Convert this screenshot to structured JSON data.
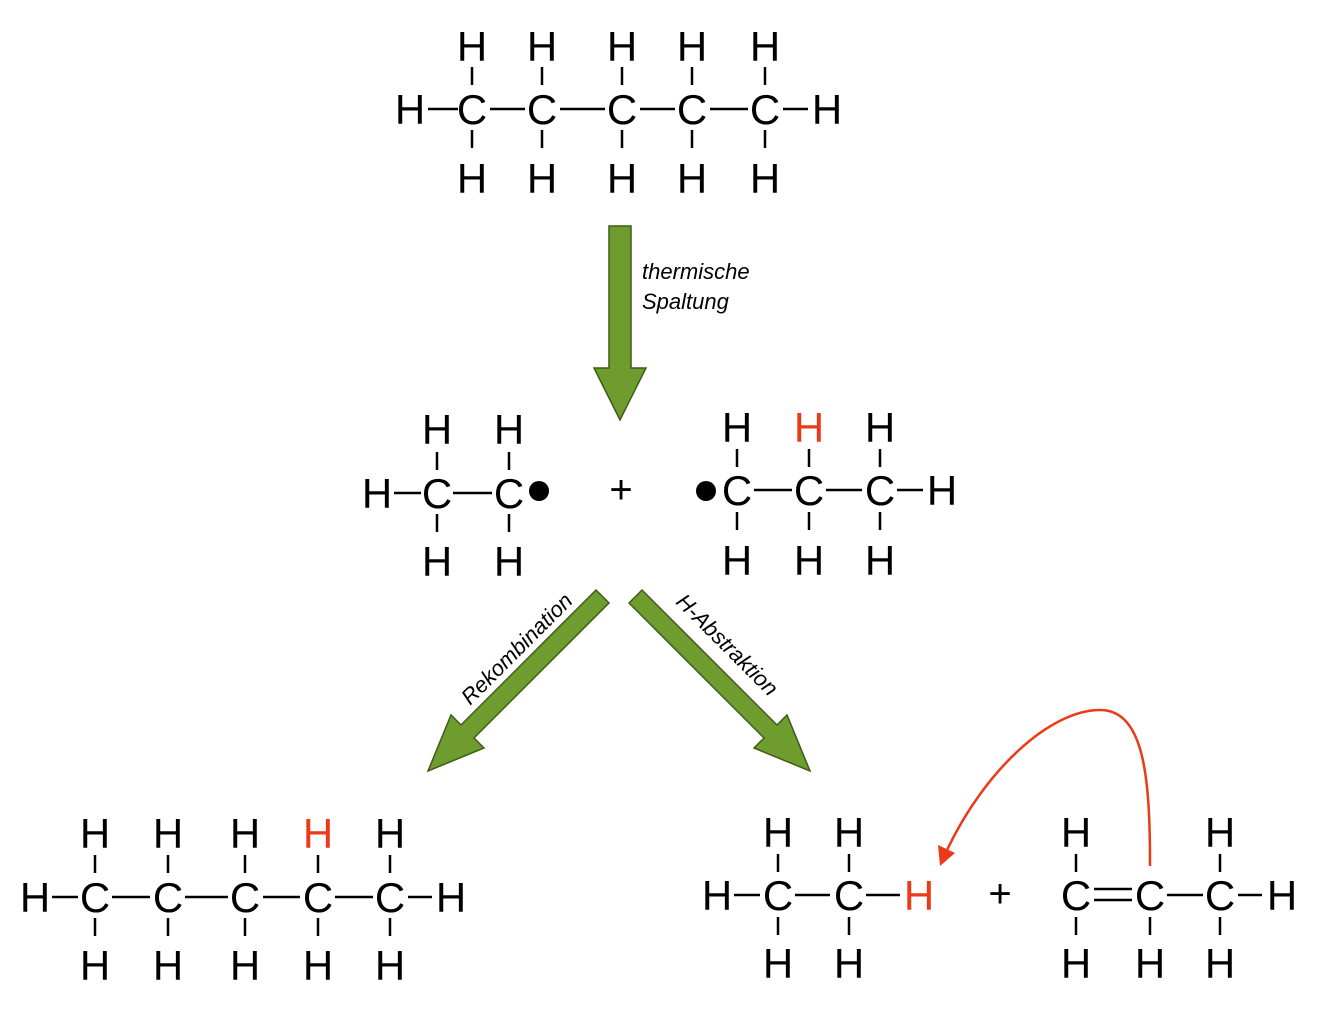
{
  "labels": {
    "thermal_line1": "thermische",
    "thermal_line2": "Spaltung",
    "recombination": "Rekombination",
    "abstraction": "H-Abstraktion"
  },
  "symbols": {
    "carbon": "C",
    "hydrogen": "H",
    "plus": "+"
  },
  "colors": {
    "arrow_fill": "#6f9c2f",
    "highlight": "#ea3a17"
  },
  "molecules": {
    "pentane_top": {
      "carbons": 5
    },
    "ethyl_radical": {
      "carbons": 2,
      "radical": true
    },
    "propyl_radical": {
      "carbons": 3,
      "radical": true,
      "highlighted_h": "H"
    },
    "pentane_bottom": {
      "carbons": 5,
      "highlighted_h": "H"
    },
    "ethane": {
      "carbons": 2,
      "highlighted_h": "H"
    },
    "propene": {
      "carbons": 3,
      "double_bond": "C=C"
    }
  }
}
